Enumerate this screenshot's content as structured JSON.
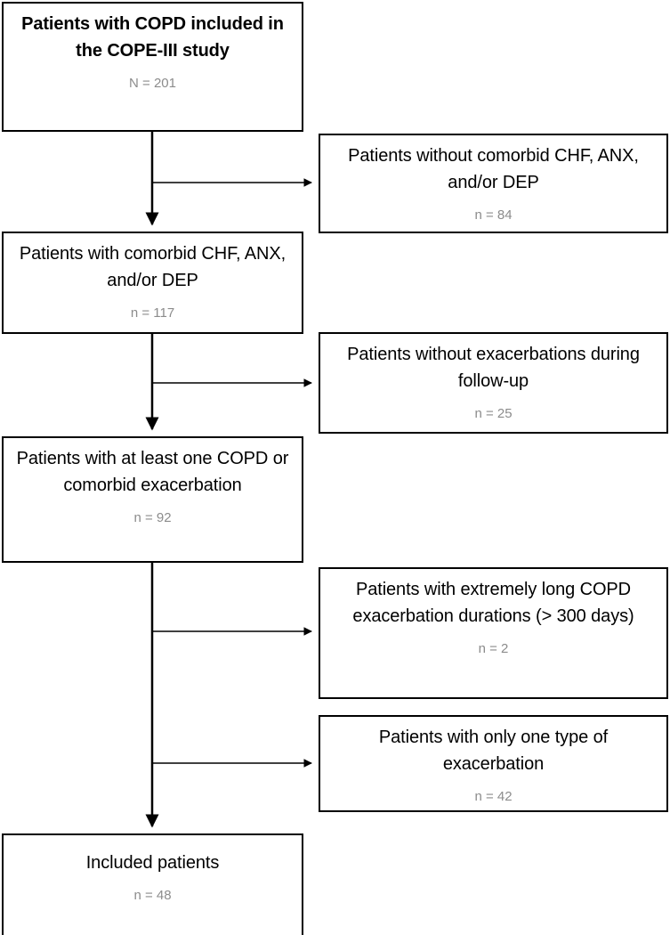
{
  "diagram": {
    "title": "COPE-III study patient selection flow diagram",
    "type": "flowchart",
    "line_color": "#000000",
    "box_border_color": "#000000",
    "box_fill_color": "#ffffff",
    "count_text_color": "#8c8c8c",
    "title_text_color": "#000000"
  },
  "main_flow": [
    {
      "id": "enrolled",
      "title": "Patients with COPD included in the COPE-III study",
      "count": "N = 201",
      "bold": true
    },
    {
      "id": "comorbid",
      "title": "Patients with comorbid CHF, ANX, and/or DEP",
      "count": "n = 117",
      "bold": false
    },
    {
      "id": "exacerbation",
      "title": "Patients with at least one COPD or comorbid exacerbation",
      "count": "n = 92",
      "bold": false
    },
    {
      "id": "included",
      "title": "Included patients",
      "count": "n = 48",
      "bold": false
    }
  ],
  "excluded": [
    {
      "id": "no-comorbid",
      "title": "Patients without comorbid CHF, ANX, and/or DEP",
      "count": "n = 84"
    },
    {
      "id": "no-exacerbation",
      "title": "Patients without exacerbations during follow-up",
      "count": "n = 25"
    },
    {
      "id": "long-duration",
      "title": "Patients with extremely long COPD exacerbation durations (> 300 days)",
      "count": "n = 2"
    },
    {
      "id": "one-type",
      "title": "Patients with only one type of exacerbation",
      "count": "n = 42"
    }
  ],
  "chart_data": {
    "type": "flowchart",
    "title": "COPE-III study patient selection",
    "nodes": [
      {
        "label": "Patients with COPD included in the COPE-III study",
        "value": 201,
        "prefix": "N",
        "column": "main"
      },
      {
        "label": "Patients without comorbid CHF, ANX, and/or DEP",
        "value": 84,
        "prefix": "n",
        "column": "excluded"
      },
      {
        "label": "Patients with comorbid CHF, ANX, and/or DEP",
        "value": 117,
        "prefix": "n",
        "column": "main"
      },
      {
        "label": "Patients without exacerbations during follow-up",
        "value": 25,
        "prefix": "n",
        "column": "excluded"
      },
      {
        "label": "Patients with at least one COPD or comorbid exacerbation",
        "value": 92,
        "prefix": "n",
        "column": "main"
      },
      {
        "label": "Patients with extremely long COPD exacerbation durations (> 300 days)",
        "value": 2,
        "prefix": "n",
        "column": "excluded"
      },
      {
        "label": "Patients with only one type of exacerbation",
        "value": 42,
        "prefix": "n",
        "column": "excluded"
      },
      {
        "label": "Included patients",
        "value": 48,
        "prefix": "n",
        "column": "main"
      }
    ]
  }
}
